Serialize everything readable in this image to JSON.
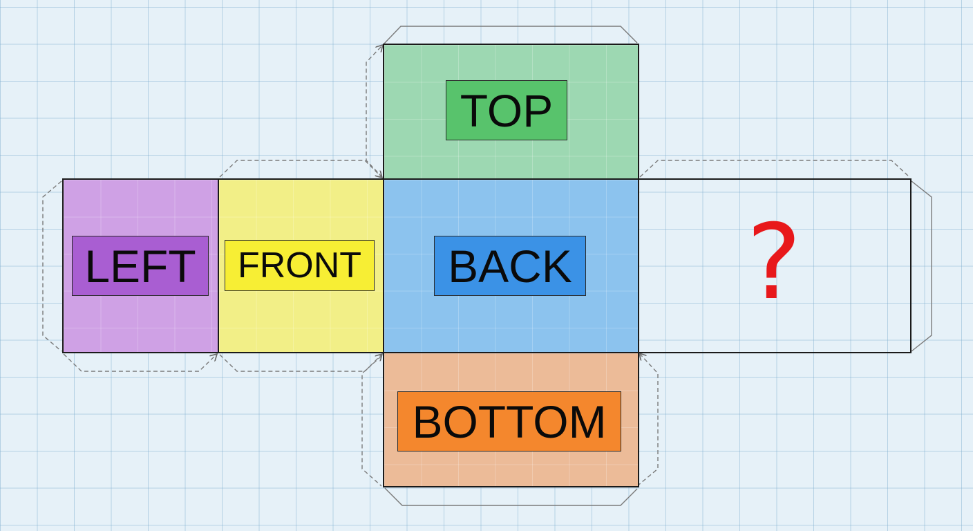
{
  "net": {
    "faces": {
      "top": {
        "label": "TOP",
        "color": "#9dd8b2",
        "label_color": "#58c36c"
      },
      "left": {
        "label": "LEFT",
        "color": "#cfa1e5",
        "label_color": "#a95ed2"
      },
      "front": {
        "label": "FRONT",
        "color": "#f2ef87",
        "label_color": "#f7ee34"
      },
      "back": {
        "label": "BACK",
        "color": "#8cc3ee",
        "label_color": "#3b92e6"
      },
      "bottom": {
        "label": "BOTTOM",
        "color": "#ecbb98",
        "label_color": "#f4872d"
      },
      "unknown": {
        "label": "?",
        "color": "#e8181b"
      }
    }
  }
}
